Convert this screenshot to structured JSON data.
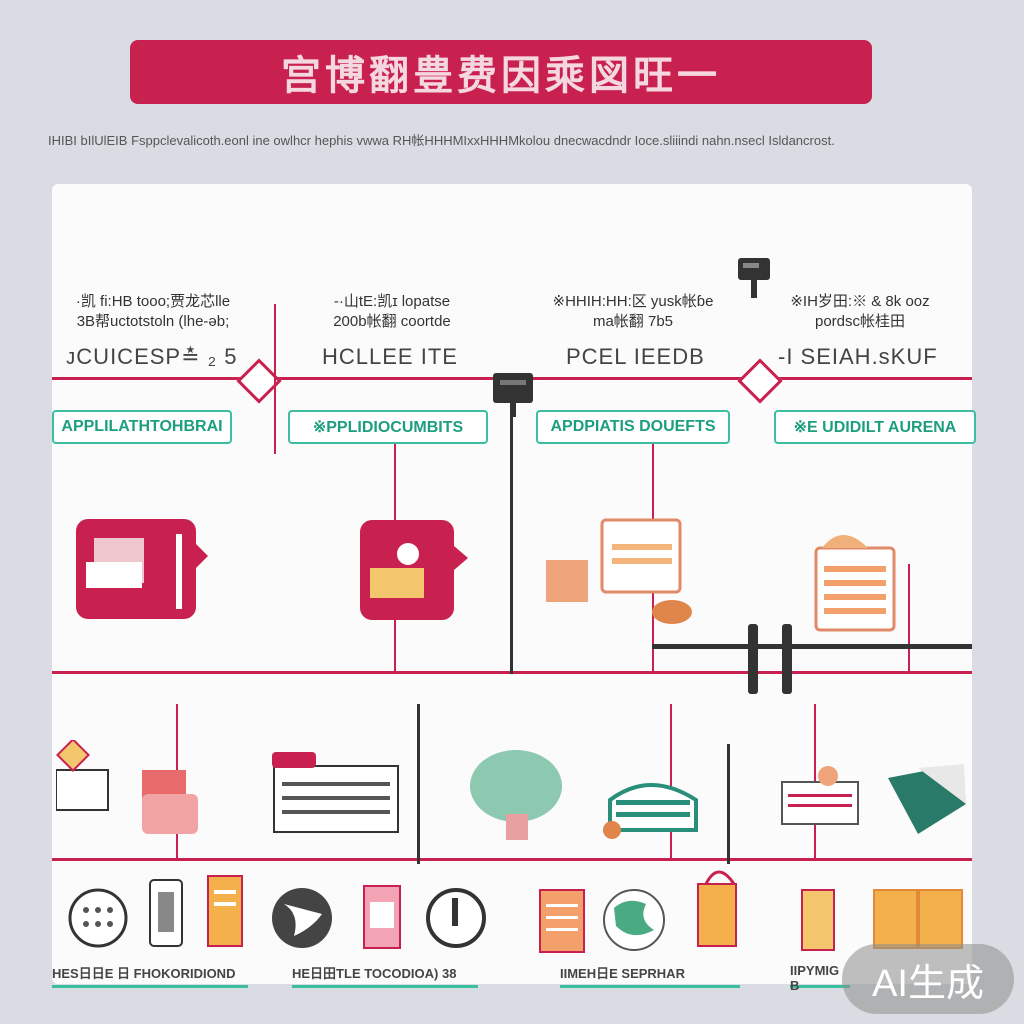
{
  "title": "宫博翻豊费因乘図旺一",
  "subtitle": "IHIBI bIlUlEIB Fsppclevalicoth.eonl ine owlhcr hephis vwwa RH帐HHHMIxxHHHMkolou dnecwacdndr Ioce.sliiindi nahn.nsecl Isldancrost.",
  "sections": [
    {
      "text1": "·凯 fi:HB tooo;贾龙芯lle",
      "text2": "3B帮uctotstoln (lhe-ǝb;",
      "code": "ᴊCUICESP≛ ₂ 5",
      "badge": "APPLILATHTOHBRAI"
    },
    {
      "text1": "-·山tE:凯ɪ lopatse",
      "text2": "200b帐翻 coortde",
      "code": "HCLLEE ITE",
      "badge": "※PPLIDIOCUMBITS"
    },
    {
      "text1": "※HHIH:HH:区 yusk帐ɓe",
      "text2": "ma帐翻 7b5",
      "code": "PCEL IEEDB",
      "badge": "APDPIATIS DOUEFTS"
    },
    {
      "text1": "※IH岁田:※ & 8k ooz",
      "text2": "pordsc帐桂田",
      "code": "-I SEIAH.sKUF",
      "badge": "※E UDIDILT AURENA"
    }
  ],
  "footer": [
    "HES日日E 日 FHOKORIDIOND",
    "HE日田TLE TOCODIOA) 38",
    "IIMEH日E SEPRHAR",
    "IIPYMIG B"
  ],
  "icons": [
    "clipboard-card-icon",
    "document-card-icon",
    "document-stack-icon",
    "certificate-icon",
    "money-card-icon",
    "notebook-icon",
    "tree-icon",
    "folder-icon",
    "book-icon",
    "clock-icon",
    "phone-icon",
    "file-icon",
    "globe-icon",
    "report-icon",
    "time-icon",
    "book-stack-icon",
    "world-icon",
    "document-icon",
    "box-icon"
  ],
  "watermark": "AI生成",
  "colors": {
    "accent": "#c8214f",
    "teal": "#3bbfa0",
    "background": "#d9dde3"
  }
}
